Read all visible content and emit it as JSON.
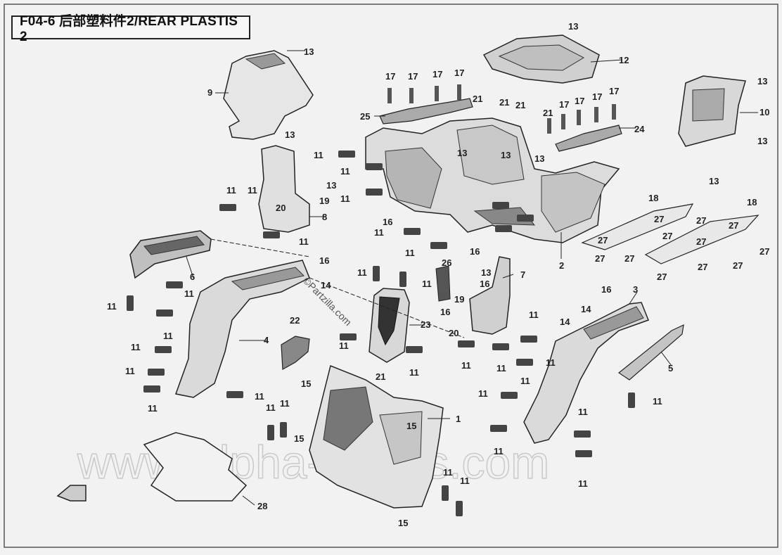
{
  "title": "F04-6 后部塑料件2/REAR PLASTIS 2",
  "watermark": "www.Alpha-sports.com",
  "watermark_small": "©Partzilla.com",
  "colors": {
    "line": "#222222",
    "part_fill": "#d8d8d8",
    "dark_fill": "#555555",
    "background": "#f2f2f2"
  },
  "callouts": {
    "c1": "1",
    "c2": "2",
    "c3": "3",
    "c4": "4",
    "c5": "5",
    "c6": "6",
    "c7": "7",
    "c8": "8",
    "c9": "9",
    "c10": "10",
    "c12": "12",
    "c13": "13",
    "c14": "14",
    "c15": "15",
    "c16": "16",
    "c17": "17",
    "c18": "18",
    "c19": "19",
    "c20": "20",
    "c21": "21",
    "c22": "22",
    "c23": "23",
    "c24": "24",
    "c25": "25",
    "c26": "26",
    "c27": "27",
    "c28": "28",
    "c11": "11"
  }
}
